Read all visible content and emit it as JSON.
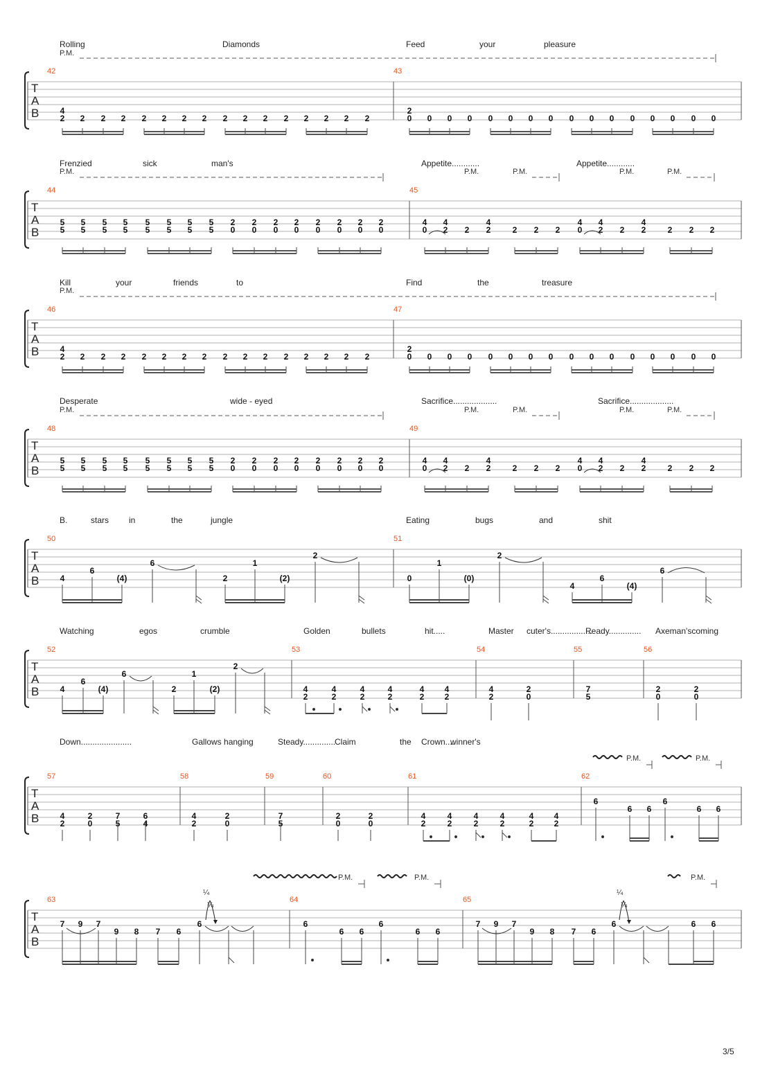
{
  "page_number": "3/5",
  "colors": {
    "measure_number": "#e8541d",
    "staff_line": "#b0b0b0",
    "text": "#111111"
  },
  "labels": {
    "palm_mute": "P.M.",
    "tab_letters": [
      "T",
      "A",
      "B"
    ],
    "bend": "¼"
  },
  "systems": [
    {
      "measures": [
        "42",
        "43"
      ],
      "lyrics": [
        "Rolling",
        "Diamonds",
        "Feed",
        "your",
        "pleasure"
      ],
      "pm_marks": [
        "P.M."
      ],
      "tab": [
        {
          "top": "4",
          "bottom": "2"
        },
        "2",
        "2",
        "2",
        "2",
        "2",
        "2",
        "2",
        "2",
        "2",
        "2",
        "2",
        "2",
        "2",
        "2",
        "2",
        {
          "top": "2",
          "bottom": "0"
        },
        "0",
        "0",
        "0",
        "0",
        "0",
        "0",
        "0",
        "0",
        "0",
        "0",
        "0",
        "0",
        "0",
        "0",
        "0"
      ]
    },
    {
      "measures": [
        "44",
        "45"
      ],
      "lyrics": [
        "Frenzied",
        "sick",
        "man's",
        "Appetite............",
        "Appetite............"
      ],
      "pm_marks": [
        "P.M.",
        "P.M.",
        "P.M.",
        "P.M.",
        "P.M."
      ],
      "tab": [
        "5/5",
        "5/5",
        "5/5",
        "5/5",
        "5/5",
        "5/5",
        "5/5",
        "5/5",
        "2/0",
        "2/0",
        "2/0",
        "2/0",
        "2/0",
        "2/0",
        "2/0",
        "2/0",
        "4/0",
        "4/2",
        "2",
        "4/2",
        "2",
        "2",
        "2",
        "4/0",
        "4/2",
        "2",
        "4/2",
        "2",
        "2",
        "2"
      ]
    },
    {
      "measures": [
        "46",
        "47"
      ],
      "lyrics": [
        "Kill",
        "your",
        "friends",
        "to",
        "Find",
        "the",
        "treasure"
      ],
      "pm_marks": [
        "P.M."
      ],
      "tab": [
        {
          "top": "4",
          "bottom": "2"
        },
        "2",
        "2",
        "2",
        "2",
        "2",
        "2",
        "2",
        "2",
        "2",
        "2",
        "2",
        "2",
        "2",
        "2",
        "2",
        {
          "top": "2",
          "bottom": "0"
        },
        "0",
        "0",
        "0",
        "0",
        "0",
        "0",
        "0",
        "0",
        "0",
        "0",
        "0",
        "0",
        "0",
        "0",
        "0"
      ]
    },
    {
      "measures": [
        "48",
        "49"
      ],
      "lyrics": [
        "Desperate",
        "wide - eyed",
        "Sacrifice...................",
        "Sacrifice..................."
      ],
      "pm_marks": [
        "P.M.",
        "P.M.",
        "P.M.",
        "P.M.",
        "P.M."
      ],
      "tab": [
        "5/5",
        "5/5",
        "5/5",
        "5/5",
        "5/5",
        "5/5",
        "5/5",
        "5/5",
        "2/0",
        "2/0",
        "2/0",
        "2/0",
        "2/0",
        "2/0",
        "2/0",
        "2/0",
        "4/0",
        "4/2",
        "2",
        "4/2",
        "2",
        "2",
        "2",
        "4/0",
        "4/2",
        "2",
        "4/2",
        "2",
        "2",
        "2"
      ]
    },
    {
      "measures": [
        "50",
        "51"
      ],
      "lyrics": [
        "B.",
        "stars",
        "in",
        "the",
        "jungle",
        "Eating",
        "bugs",
        "and",
        "shit"
      ],
      "tab": [
        "4",
        "6",
        "(4)",
        "6",
        "2",
        "1",
        "(2)",
        "2",
        "0",
        "1",
        "(0)",
        "2",
        "4",
        "6",
        "(4)",
        "6"
      ]
    },
    {
      "measures": [
        "52",
        "53",
        "54",
        "55",
        "56"
      ],
      "lyrics": [
        "Watching",
        "egos",
        "crumble",
        "Golden",
        "bullets",
        "hit.....",
        "Master",
        "cuter's..................",
        "Ready..............",
        "Axeman'scoming"
      ],
      "tab": [
        "4",
        "6",
        "(4)",
        "6",
        "2",
        "1",
        "(2)",
        "2",
        "4/2",
        "4/2",
        "4/2",
        "4/2",
        "4/2",
        "4/2",
        "4/2",
        "2/0",
        "7/5",
        "2/0",
        "2/0"
      ]
    },
    {
      "measures": [
        "57",
        "58",
        "59",
        "60",
        "61",
        "62"
      ],
      "lyrics": [
        "Down......................",
        "Gallows hanging",
        "Steady..............",
        "Claim",
        "the",
        "Crown....",
        "winner's"
      ],
      "pm_marks": [
        "P.M.",
        "P.M."
      ],
      "tab": [
        "4/2",
        "2/0",
        "7/5",
        "6/4",
        "4/2",
        "2/0",
        "7/5",
        "2/0",
        "2/0",
        "4/2",
        "4/2",
        "4/2",
        "4/2",
        "4/2",
        "4/2",
        "6",
        "6",
        "6",
        "6",
        "6",
        "6"
      ]
    },
    {
      "measures": [
        "63",
        "64",
        "65"
      ],
      "pm_marks": [
        "P.M.",
        "P.M.",
        "P.M."
      ],
      "tab": [
        "7",
        "9",
        "7",
        "9",
        "8",
        "7",
        "6",
        "6",
        "6",
        "6",
        "6",
        "6",
        "6",
        "6",
        "7",
        "9",
        "7",
        "9",
        "8",
        "7",
        "6",
        "6",
        "6",
        "6"
      ]
    }
  ]
}
